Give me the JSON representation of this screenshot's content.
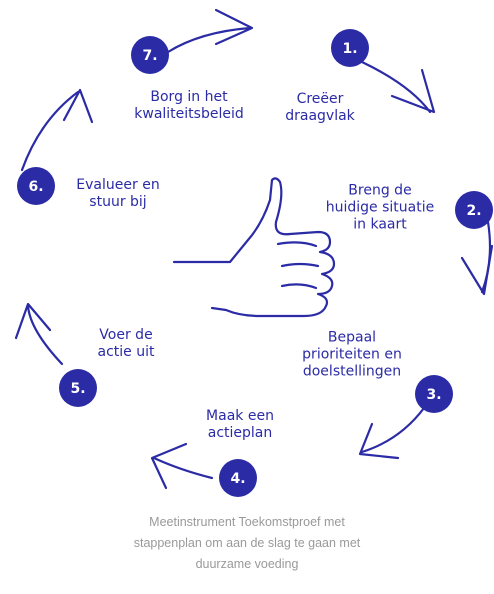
{
  "colors": {
    "accent": "#2b2ba6",
    "caption": "#9a9a9a"
  },
  "icon": "thumbs-up-icon",
  "steps": [
    {
      "number": "1.",
      "label": "Creëer\ndraagvlak"
    },
    {
      "number": "2.",
      "label": "Breng de\nhuidige situatie\nin kaart"
    },
    {
      "number": "3.",
      "label": "Bepaal\nprioriteiten en\ndoelstellingen"
    },
    {
      "number": "4.",
      "label": "Maak een\nactieplan"
    },
    {
      "number": "5.",
      "label": "Voer de\nactie uit"
    },
    {
      "number": "6.",
      "label": "Evalueer en\nstuur bij"
    },
    {
      "number": "7.",
      "label": "Borg in het\nkwaliteitsbeleid"
    }
  ],
  "caption": "Meetinstrument Toekomstproef met\nstappenplan om aan de slag te gaan met\nduurzame voeding"
}
